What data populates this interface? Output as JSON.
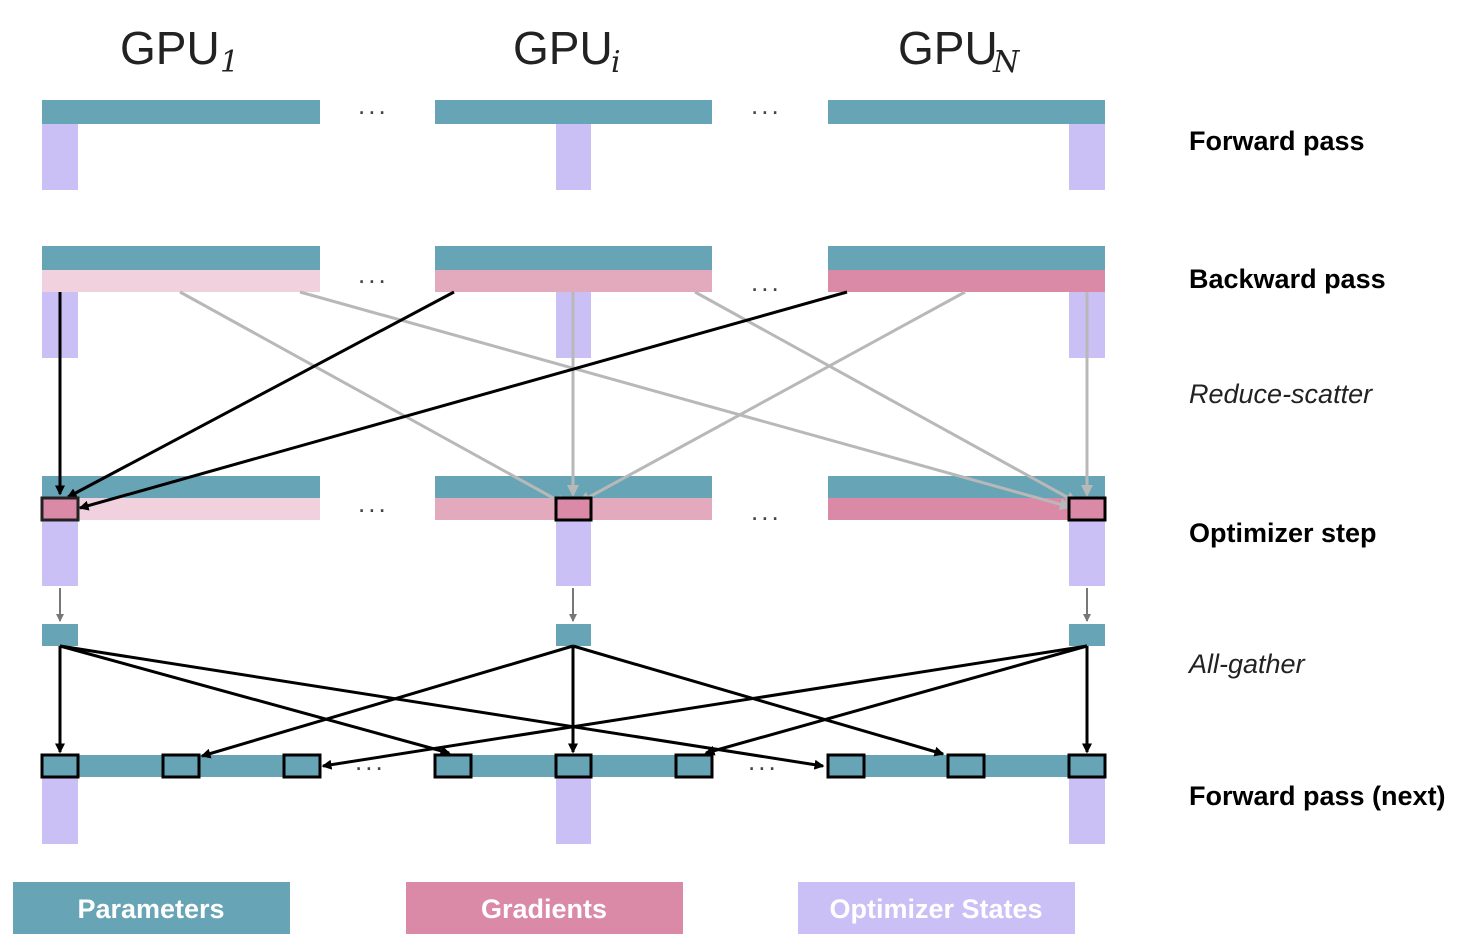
{
  "gpus": [
    {
      "name": "GPU",
      "sub": "1"
    },
    {
      "name": "GPU",
      "sub": "i"
    },
    {
      "name": "GPU",
      "sub": "N"
    }
  ],
  "ellipsis": "...",
  "stages": {
    "forward": "Forward pass",
    "backward": "Backward pass",
    "reduce_scatter": "Reduce-scatter",
    "optimizer": "Optimizer step",
    "all_gather": "All-gather",
    "forward_next": "Forward pass (next)"
  },
  "legend": [
    {
      "label": "Parameters",
      "color": "#67a4b6"
    },
    {
      "label": "Gradients",
      "color": "#da89a6"
    },
    {
      "label": "Optimizer States",
      "color": "#cbc0f5"
    }
  ],
  "colors": {
    "parameters": "#67a4b6",
    "gradients_light": "#f1d1de",
    "gradients_mid": "#e3a9bd",
    "gradients_dark": "#da89a6",
    "optimizer_states": "#cbc0f5",
    "arrow_dark": "#000000",
    "arrow_light": "#b8b8b8"
  }
}
